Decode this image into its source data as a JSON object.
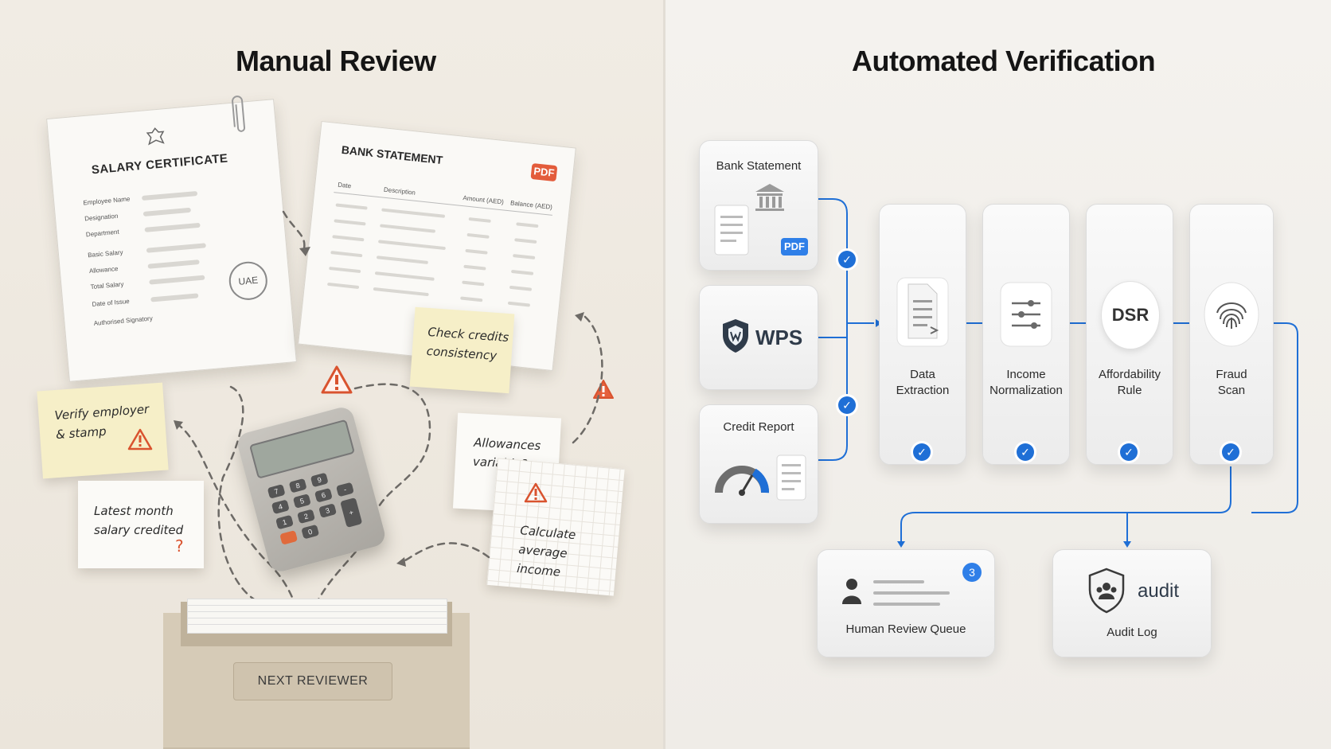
{
  "left": {
    "title": "Manual Review",
    "salary_certificate": {
      "title": "SALARY CERTIFICATE",
      "fields": [
        "Employee Name",
        "Designation",
        "Department",
        "Basic Salary",
        "Allowance",
        "Total Salary",
        "Date of Issue",
        "Authorised Signatory"
      ],
      "stamp": "UAE"
    },
    "bank_statement": {
      "title": "BANK STATEMENT",
      "pdf_tag": "PDF",
      "columns": [
        "Date",
        "Description",
        "Amount (AED)",
        "Balance (AED)"
      ]
    },
    "notes": {
      "check_credits": "Check credits\nconsistency",
      "verify_employer": "Verify employer\n& stamp",
      "latest_month": "Latest month\nsalary credited",
      "latest_month_mark": "?",
      "allowances": "Allowances\nvariable?",
      "calculate": "Calculate\naverage\nincome"
    },
    "calculator_keys": [
      "7",
      "8",
      "9",
      "4",
      "5",
      "6",
      "1",
      "2",
      "3",
      "0",
      "-",
      "+"
    ],
    "box_label": "NEXT REVIEWER"
  },
  "right": {
    "title": "Automated Verification",
    "sources": {
      "bank_statement": "Bank Statement",
      "pdf_tag": "PDF",
      "wps": "WPS",
      "credit_report": "Credit Report"
    },
    "steps": [
      {
        "label": "Data\nExtraction"
      },
      {
        "label": "Income\nNormalization"
      },
      {
        "label": "Affordability\nRule",
        "icon_text": "DSR"
      },
      {
        "label": "Fraud\nScan"
      }
    ],
    "human_review": {
      "label": "Human Review Queue",
      "count": "3"
    },
    "audit": {
      "label": "Audit Log",
      "icon_text": "audit"
    }
  },
  "colors": {
    "accent_blue": "#1f6fd6",
    "warning_red": "#d9532f",
    "left_bg": "#efebe4",
    "right_bg": "#f3f1ed"
  }
}
